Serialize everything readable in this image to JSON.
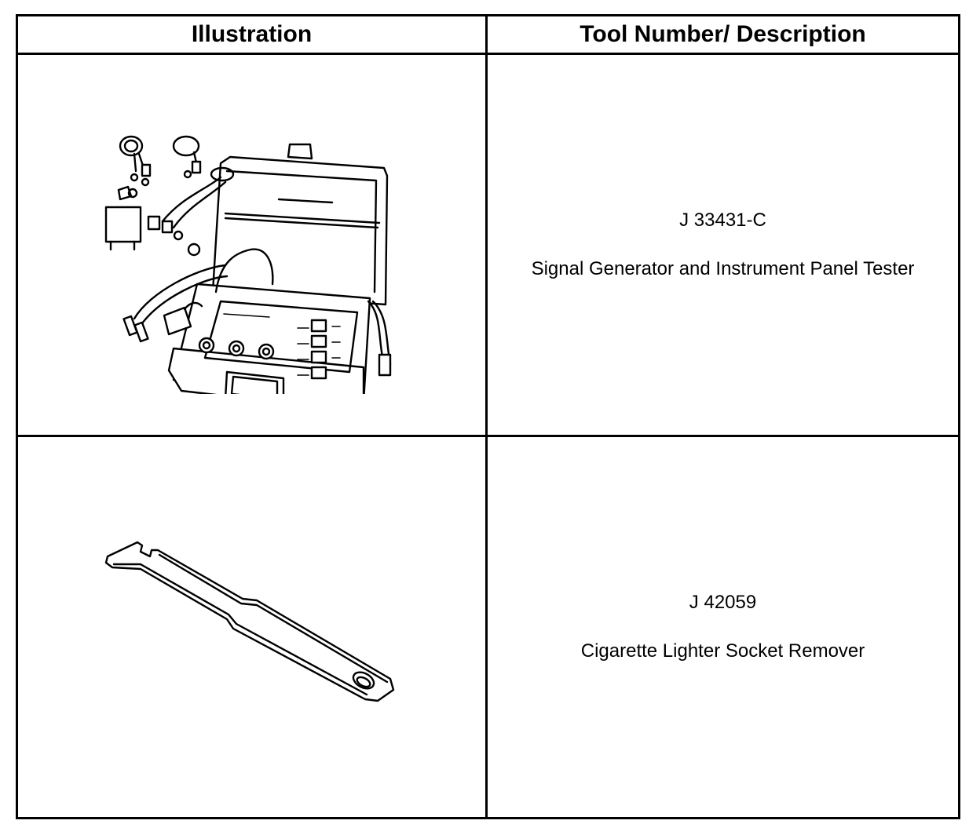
{
  "table": {
    "headers": {
      "illustration": "Illustration",
      "description": "Tool Number/ Description"
    },
    "rows": [
      {
        "tool_number": "J 33431-C",
        "description": "Signal Generator and Instrument Panel Tester",
        "illustration_icon": "signal-generator-case-icon"
      },
      {
        "tool_number": "J 42059",
        "description": "Cigarette Lighter Socket Remover",
        "illustration_icon": "socket-remover-tool-icon"
      }
    ]
  }
}
